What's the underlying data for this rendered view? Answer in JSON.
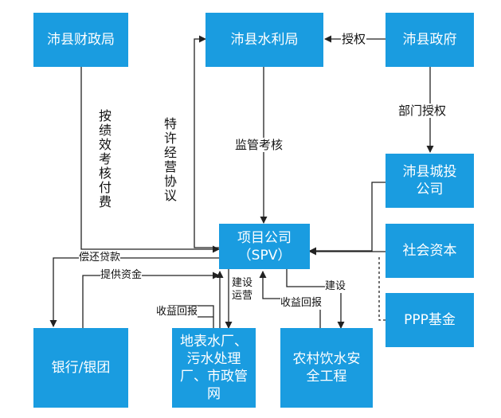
{
  "nodes": {
    "finance": "沛县财政局",
    "water": "沛县水利局",
    "gov": "沛县政府",
    "chengtou": "沛县城投公司",
    "project": "项目公司（SPV）",
    "social": "社会资本",
    "ppp": "PPP基金",
    "bank": "银行/银团",
    "plant": "地表水厂、污水处理厂、市政管网",
    "rural": "农村饮水安全工程"
  },
  "edges": {
    "authorize": "授权",
    "dept_authorize": "部门授权",
    "supervise": "监管考核",
    "pay_by_performance": "按绩效考核付费",
    "franchise": "特许经营协议",
    "repay": "偿还贷款",
    "funding": "提供资金",
    "build_operate": "建设运营",
    "return_plant": "收益回报",
    "build": "建设",
    "return_rural": "收益回报"
  },
  "colors": {
    "box": "#1a9ce0",
    "line": "#222222"
  }
}
